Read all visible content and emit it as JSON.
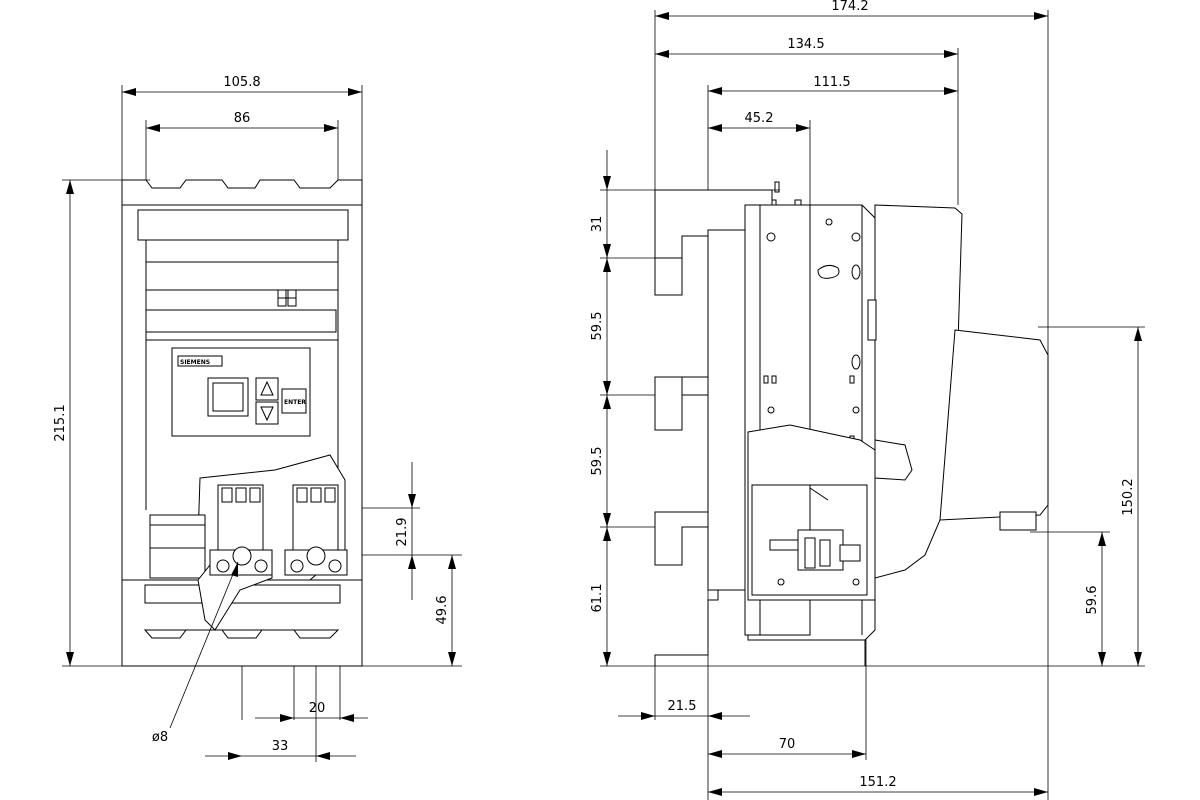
{
  "front_view": {
    "width_overall": "105.8",
    "width_inner": "86",
    "height_overall": "215.1",
    "terminal_height": "21.9",
    "terminal_offset": "49.6",
    "terminal_spacing": "20",
    "hole_diameter": "ø8",
    "pole_pitch": "33",
    "display_enter_label": "ENTER",
    "brand_label": "SIEMENS"
  },
  "side_view": {
    "depth_overall": "174.2",
    "depth_handle": "134.5",
    "depth_body": "111.5",
    "depth_rail": "45.2",
    "pitch_top": "31",
    "pitch_upper": "59.5",
    "pitch_lower": "59.5",
    "pitch_bottom": "61.1",
    "front_height": "150.2",
    "front_offset": "59.6",
    "offset_rear": "21.5",
    "depth_70": "70",
    "depth_151": "151.2"
  }
}
